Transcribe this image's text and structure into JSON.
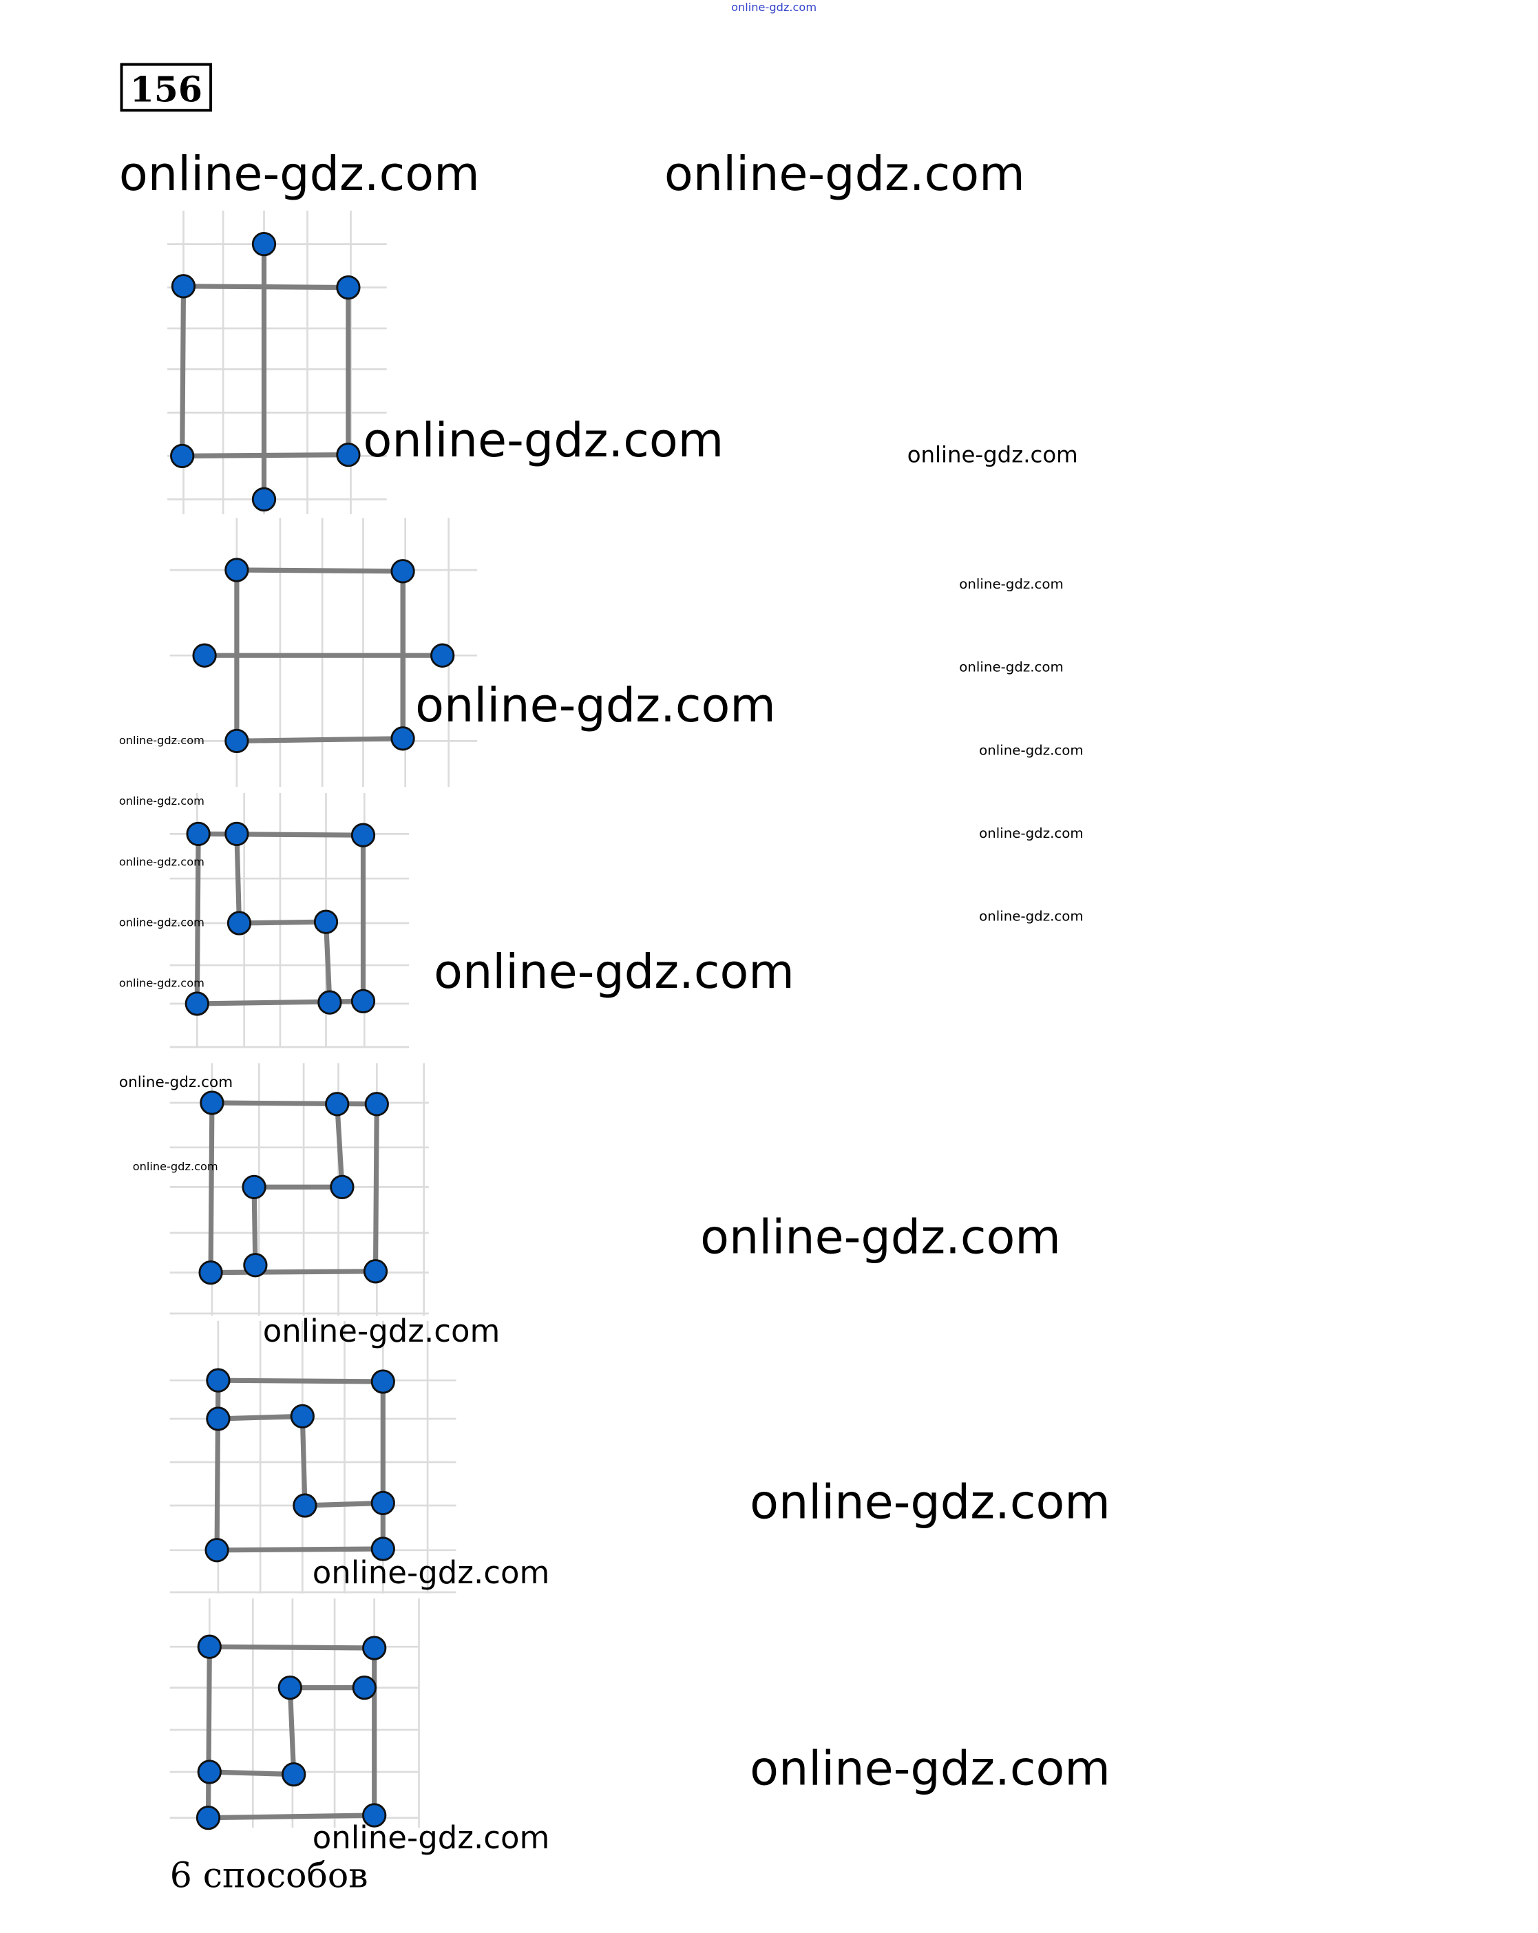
{
  "task_number": "156",
  "answer": "6 способов",
  "watermark": "online-gdz.com",
  "top_watermark": "online-gdz.com",
  "colors": {
    "point": "#0b63c8",
    "segment": "#7f7f7f",
    "grid": "#dcdcdc"
  },
  "figures_count": 6
}
